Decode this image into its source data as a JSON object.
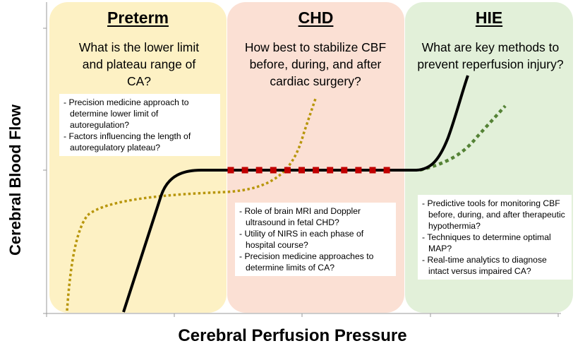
{
  "axes": {
    "x_label": "Cerebral Perfusion Pressure",
    "y_label": "Cerebral Blood Flow"
  },
  "panels": [
    {
      "id": "preterm",
      "title": "Preterm",
      "question": "What is the lower limit and plateau range of CA?",
      "bg_color": "#fdf1c4",
      "notes": [
        "Precision medicine approach to determine lower limit of autoregulation?",
        "Factors influencing the length of autoregulatory plateau?"
      ]
    },
    {
      "id": "chd",
      "title": "CHD",
      "question": "How best to stabilize CBF before, during, and after cardiac surgery?",
      "bg_color": "#fbe0d4",
      "notes": [
        "Role of brain MRI and Doppler ultrasound in fetal CHD?",
        "Utility of NIRS in each phase of hospital course?",
        "Precision medicine approaches to determine limits of CA?"
      ]
    },
    {
      "id": "hie",
      "title": "HIE",
      "question": "What are key methods to prevent reperfusion injury?",
      "bg_color": "#e2f0d9",
      "notes": [
        "Predictive tools for monitoring CBF before, during, and after therapeutic hypothermia?",
        "Techniques to determine optimal MAP?",
        "Real-time analytics to diagnose intact versus impaired CA?"
      ]
    }
  ],
  "curves": {
    "main_color": "#000000",
    "plateau_marker_color": "#c00000",
    "preterm_curve_color": "#b8960c",
    "hie_curve_color": "#548235"
  }
}
